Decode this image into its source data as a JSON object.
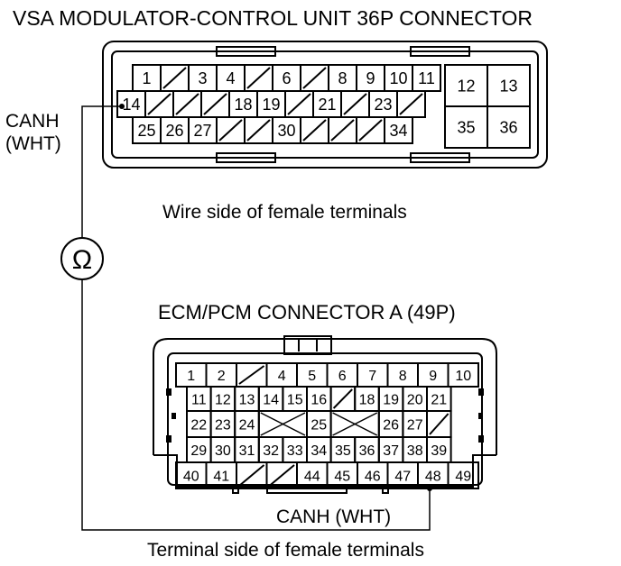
{
  "title_top": "VSA MODULATOR-CONTROL UNIT 36P CONNECTOR",
  "caption_top": "Wire side of female terminals",
  "title_bottom": "ECM/PCM CONNECTOR A (49P)",
  "caption_bottom": "Terminal side of female terminals",
  "probe_left_label": [
    "CANH",
    "(WHT)"
  ],
  "probe_bottom_label": "CANH (WHT)",
  "ohmmeter_symbol": "Ω",
  "vsa_connector": {
    "row1": [
      "1",
      "/",
      "3",
      "4",
      "/",
      "6",
      "/",
      "8",
      "9",
      "10",
      "11"
    ],
    "row2": [
      "14",
      "/",
      "/",
      "/",
      "18",
      "19",
      "/",
      "21",
      "/",
      "23",
      "/"
    ],
    "row3": [
      "25",
      "26",
      "27",
      "/",
      "/",
      "30",
      "/",
      "/",
      "/",
      "34"
    ],
    "right_block": [
      [
        "12",
        "13"
      ],
      [
        "35",
        "36"
      ]
    ]
  },
  "ecm_connector": {
    "row1": [
      "1",
      "2",
      "/",
      "4",
      "5",
      "6",
      "7",
      "8",
      "9",
      "10"
    ],
    "row2": [
      "11",
      "12",
      "13",
      "14",
      "15",
      "16",
      "/",
      "18",
      "19",
      "20",
      "21"
    ],
    "row3": [
      "22",
      "23",
      "24",
      "X",
      "25",
      "X",
      "26",
      "27",
      "/"
    ],
    "row4": [
      "29",
      "30",
      "31",
      "32",
      "33",
      "34",
      "35",
      "36",
      "37",
      "38",
      "39"
    ],
    "row5": [
      "40",
      "41",
      "/",
      "/",
      "44",
      "45",
      "46",
      "47",
      "48",
      "49"
    ]
  }
}
